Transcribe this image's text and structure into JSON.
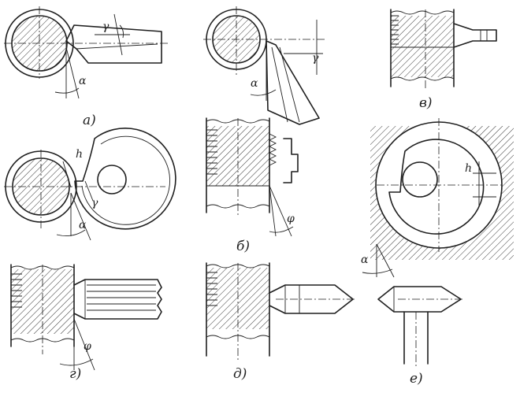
{
  "captions": {
    "a": "а)",
    "b": "б)",
    "v": "в)",
    "g": "г)",
    "d": "д)",
    "e": "е)"
  },
  "symbols": {
    "alpha": "α",
    "gamma": "γ",
    "phi": "φ",
    "h": "h"
  },
  "colors": {
    "ink": "#1f1f1f",
    "paper": "#ffffff"
  }
}
